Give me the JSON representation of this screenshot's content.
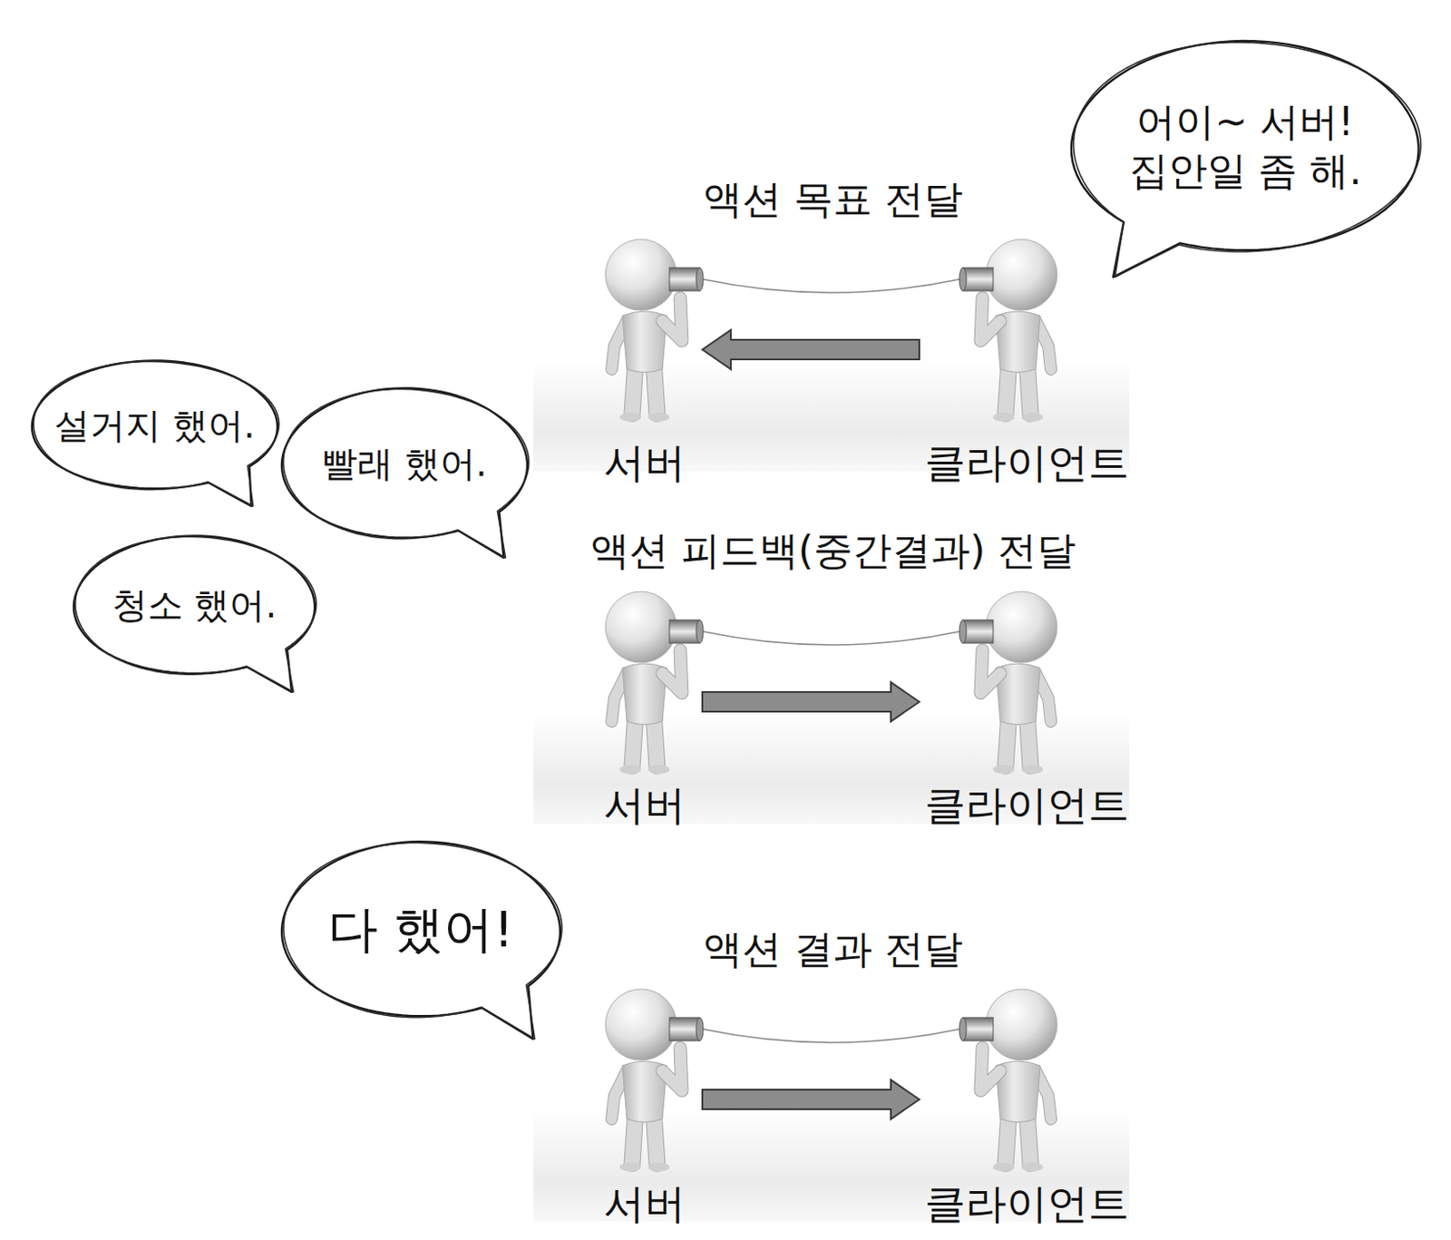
{
  "diagram": {
    "nodes": [
      {
        "text": [
          "어이~ 서버! 집안일 좀 해."
        ]
      },
      {
        "text": [
          "서버"
        ]
      },
      {
        "text": [
          "클라이언트"
        ]
      },
      {
        "text": [
          "설거지 했어."
        ]
      },
      {
        "text": [
          "빨래 했어."
        ]
      },
      {
        "text": [
          "청소 했어."
        ]
      },
      {
        "text": [
          "서버"
        ]
      },
      {
        "text": [
          "클라이언트"
        ]
      },
      {
        "text": [
          "다 했어!"
        ]
      },
      {
        "text": [
          "서버"
        ]
      },
      {
        "text": [
          "클라이언트"
        ]
      }
    ],
    "edges": [
      {
        "from": 2,
        "to": 1,
        "arrow": "to"
      },
      {
        "from": 6,
        "to": 7,
        "arrow": "to"
      },
      {
        "from": 9,
        "to": 10,
        "arrow": "to"
      }
    ],
    "labels": [
      "액션 목표 전달",
      "액션 피드백(중간결과) 전달",
      "액션 결과 전달"
    ]
  }
}
